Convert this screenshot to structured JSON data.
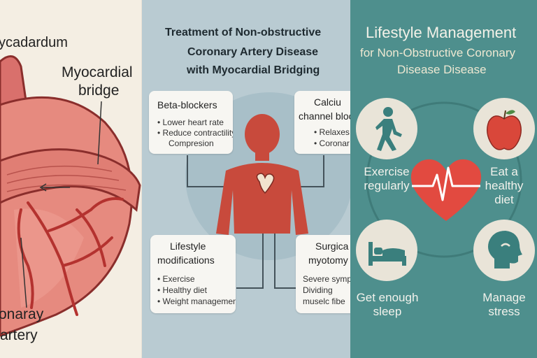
{
  "anatomy": {
    "top_label": "ycadardum",
    "bridge_label_line1": "Myocardial",
    "bridge_label_line2": "bridge",
    "artery_label_line1": "onaray",
    "artery_label_line2": "artery"
  },
  "treatment": {
    "title_line1": "Treatment of Non-obstructive",
    "title_line2": "Coronary Artery Disease",
    "title_line3": "with Myocardial Bridging",
    "cards": [
      {
        "title": "Beta-blockers",
        "items": [
          "Lower heart rate",
          "Reduce contractility",
          "Compresion"
        ]
      },
      {
        "title_line1": "Calciu",
        "title_line2": "channel bloc",
        "items": [
          "Relaxes",
          "Coronar"
        ]
      },
      {
        "title_line1": "Lifestyle",
        "title_line2": "modifications",
        "items": [
          "Exercise",
          "Healthy diet",
          "Weight management"
        ]
      },
      {
        "title_line1": "Surgica",
        "title_line2": "myotomy",
        "items": [
          "Severe symp",
          "Dividing",
          "muselc fibe"
        ]
      }
    ],
    "body_color": "#c84a3c"
  },
  "lifestyle": {
    "title_line1": "Lifestyle Management",
    "title_line2": "for Non-Obstructive Coronary",
    "title_line3": "Disease Disease",
    "items": [
      {
        "label_line1": "Exercise",
        "label_line2": "regularly",
        "icon": "walking-person-icon"
      },
      {
        "label_line1": "Eat a",
        "label_line2": "healthy",
        "label_line3": "diet",
        "icon": "apple-icon"
      },
      {
        "label_line1": "Get enough",
        "label_line2": "sleep",
        "icon": "bed-icon"
      },
      {
        "label_line1": "Manage",
        "label_line2": "stress",
        "icon": "head-icon"
      }
    ],
    "center_icon": "heart-ecg-icon",
    "accent_color": "#e24a40"
  }
}
